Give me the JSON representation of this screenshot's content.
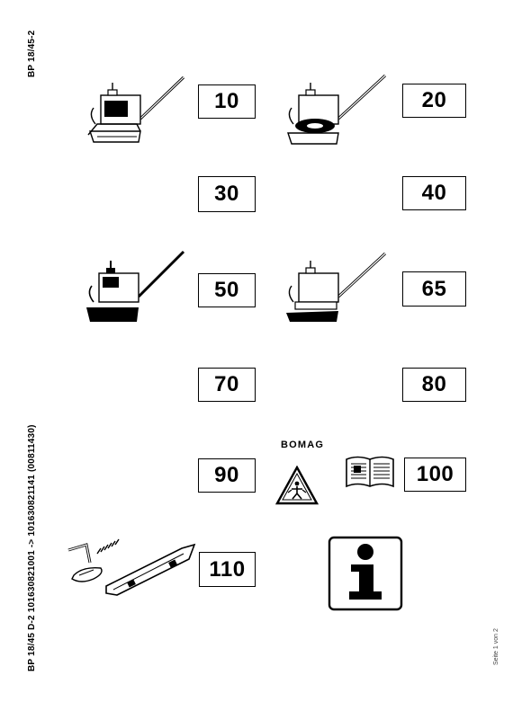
{
  "header": {
    "model_code": "BP 18/45-2"
  },
  "footer": {
    "serial_range": "BP 18/45 D-2 101630821001 -> 101630821141 (00811430)",
    "page_indicator": "Seite 1 von 2"
  },
  "index_boxes": [
    "10",
    "20",
    "30",
    "40",
    "50",
    "65",
    "70",
    "80",
    "90",
    "100",
    "110"
  ],
  "brand": {
    "name": "BOMAG"
  },
  "icons": {
    "machine": "plate-compactor-icon",
    "warning": "warning-triangle-icon",
    "manual": "open-book-icon",
    "accessories": "tool-kit-icon",
    "info": "info-sign-icon"
  },
  "colors": {
    "ink": "#000000",
    "background": "#ffffff"
  }
}
